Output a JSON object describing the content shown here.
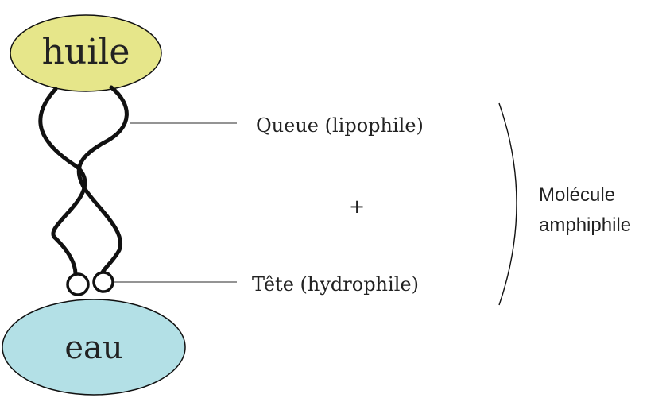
{
  "diagram": {
    "oil_label": "huile",
    "water_label": "eau",
    "tail_label": "Queue (lipophile)",
    "plus_sign": "+",
    "head_label": "Tête (hydrophile)",
    "molecule_label_line1": "Molécule",
    "molecule_label_line2": "amphiphile"
  },
  "colors": {
    "oil_fill": "#e6e68a",
    "water_fill": "#b3e0e6",
    "stroke": "#111111",
    "leader_line": "#555555"
  }
}
